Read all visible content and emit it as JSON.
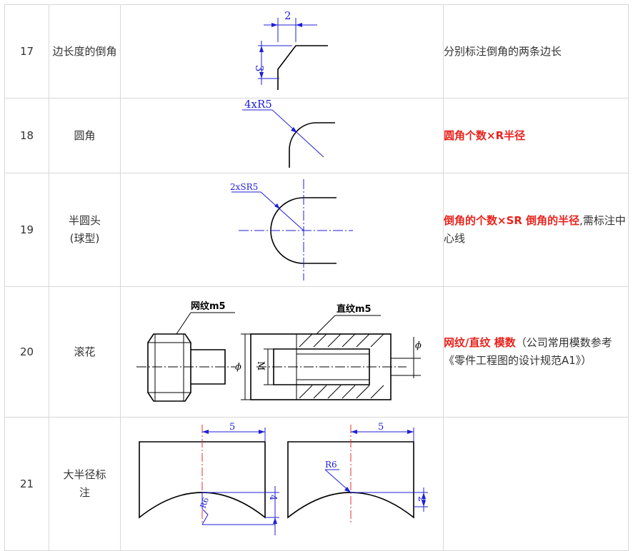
{
  "rows": [
    {
      "num": "17",
      "name": "边长度的倒角",
      "note": "分别标注倒角的两条边长",
      "fig": {
        "dim_top": "2",
        "dim_left": "3"
      }
    },
    {
      "num": "18",
      "name": "圆角",
      "note_red": "圆角个数×R半径",
      "fig": {
        "label": "4xR5"
      }
    },
    {
      "num": "19",
      "name": "半圆头(球型)",
      "note_red": "倒角的个数×SR 倒角的半径",
      "note_rest": ",需标注中心线",
      "fig": {
        "label": "2xSR5"
      }
    },
    {
      "num": "20",
      "name": "滚花",
      "note_red": "网纹/直纹 模数",
      "note_rest": "（公司常用模数参考《零件工程图的设计规范A1》）",
      "fig": {
        "label_mesh": "网纹m5",
        "label_straight": "直纹m5",
        "phi": "ϕ",
        "m": "M"
      }
    },
    {
      "num": "21",
      "name": "大半径标注",
      "note": "",
      "fig": {
        "left_width": "5",
        "left_radius": "R6",
        "left_depth": "4",
        "right_width": "5",
        "right_radius": "R6",
        "right_depth": "2"
      }
    }
  ]
}
